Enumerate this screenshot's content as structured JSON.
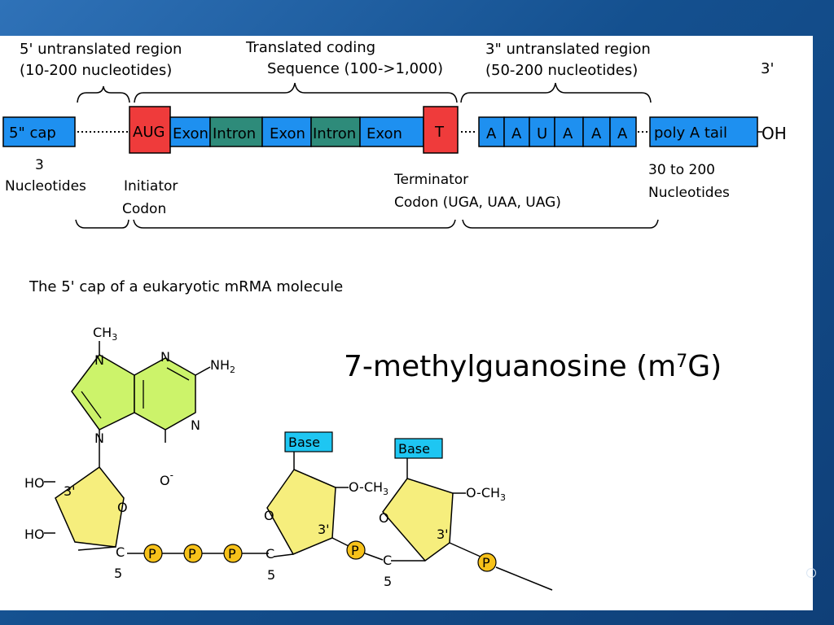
{
  "colors": {
    "background": "#1c5a9e",
    "cap_box": "#1e90f0",
    "start_codon": "#ef3b3b",
    "exon": "#1e90f0",
    "intron": "#2e8b7a",
    "stop_codon": "#ef3b3b",
    "poly_a_box": "#1e90f0",
    "guanine_ring": "#ccf36a",
    "ribose": "#f6ee7d",
    "phosphate": "#f7c21a",
    "base_tag": "#1ec6f2"
  },
  "mrna": {
    "five_utr_label": "5' untranslated region",
    "five_utr_range": "(10-200 nucleotides)",
    "cds_label": "Translated coding",
    "cds_range": "Sequence (100->1,000)",
    "three_utr_label": "3\" untranslated region",
    "three_utr_range": "(50-200 nucleotides)",
    "three_prime": "3'",
    "cap_box": "5\" cap",
    "cap_note_1": "3",
    "cap_note_2": "Nucleotides",
    "start_codon": "AUG",
    "segments": [
      "Exon",
      "Intron",
      "Exon",
      "Intron",
      "Exon"
    ],
    "stop_codon": "T",
    "a_bases": [
      "A",
      "A",
      "U",
      "A",
      "A",
      "A"
    ],
    "poly_a": "poly A tail",
    "oh": "OH",
    "initiator_1": "Initiator",
    "initiator_2": "Codon",
    "terminator_1": "Terminator",
    "terminator_2": "Codon (UGA, UAA, UAG)",
    "tail_note_1": "30 to 200",
    "tail_note_2": "Nucleotides"
  },
  "cap_structure": {
    "subtitle": "The 5' cap of a eukaryotic mRMA molecule",
    "title_main": "7-methylguanosine (m",
    "title_sup": "7",
    "title_end": "G)",
    "ch3_main": "CH",
    "ch3_sub": "3",
    "nh2_main": "NH",
    "nh2_sub": "2",
    "n": "N",
    "o_minus": "O",
    "minus": "-",
    "ho": "HO",
    "three_prime": "3'",
    "o": "O",
    "c": "C",
    "five": "5",
    "p": "P",
    "base": "Base",
    "o_ch3": "O-CH",
    "sub3": "3"
  }
}
